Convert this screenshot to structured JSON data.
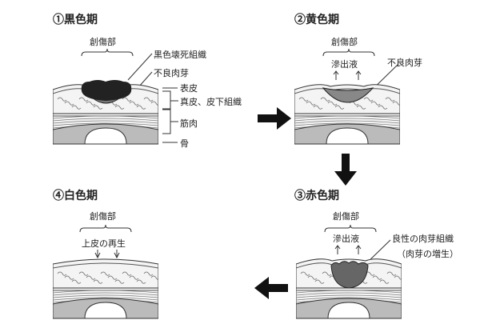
{
  "stages": [
    {
      "title": "①黒色期",
      "wound_label": "創傷部",
      "labels": [
        "黒色壊死組織",
        "不良肉芽"
      ]
    },
    {
      "title": "②黄色期",
      "wound_label": "創傷部",
      "exudate": "滲出液",
      "labels": [
        "不良肉芽"
      ]
    },
    {
      "title": "③赤色期",
      "wound_label": "創傷部",
      "exudate": "滲出液",
      "labels": [
        "良性の肉芽組織",
        "（肉芽の増生）"
      ]
    },
    {
      "title": "④白色期",
      "wound_label": "創傷部",
      "labels": [
        "上皮の再生"
      ]
    }
  ],
  "layers": [
    "表皮",
    "真皮、皮下組織",
    "筋肉",
    "骨"
  ]
}
